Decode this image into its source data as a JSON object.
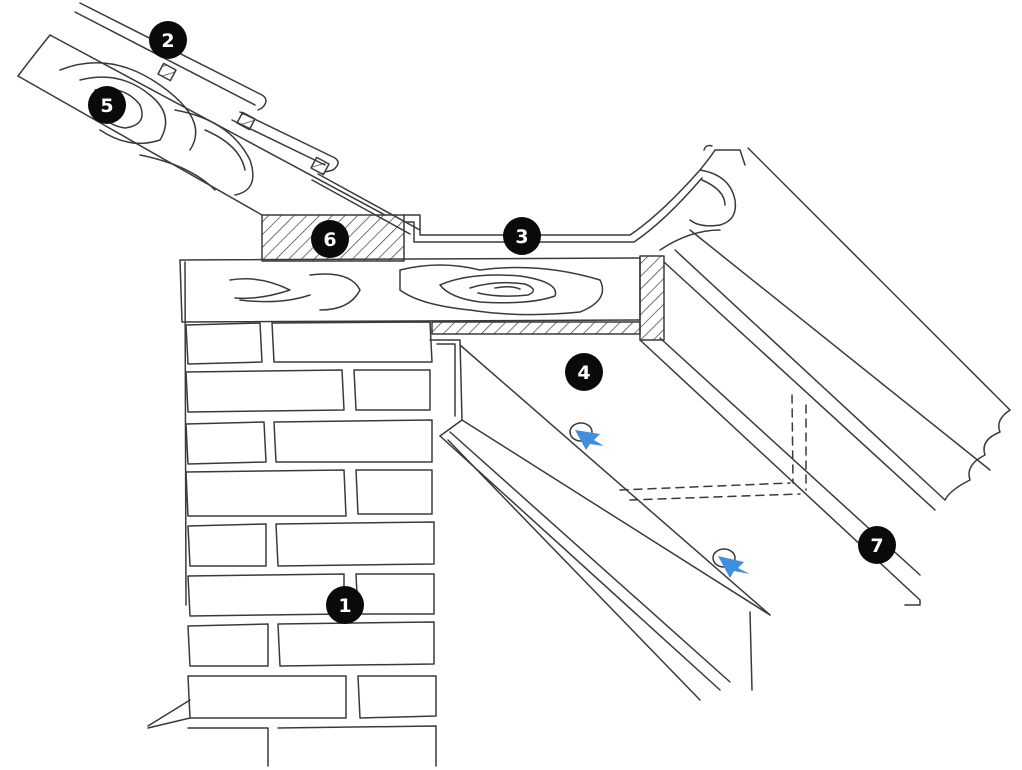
{
  "markers": [
    "1",
    "2",
    "3",
    "4",
    "5",
    "6",
    "7"
  ],
  "colors": {
    "ink": "#3a3a3a",
    "marker_fill": "#0a0a0a",
    "marker_text": "#ffffff",
    "screw_blue": "#3f8fdc",
    "hatch": "#3a3a3a",
    "background": "#ffffff"
  }
}
